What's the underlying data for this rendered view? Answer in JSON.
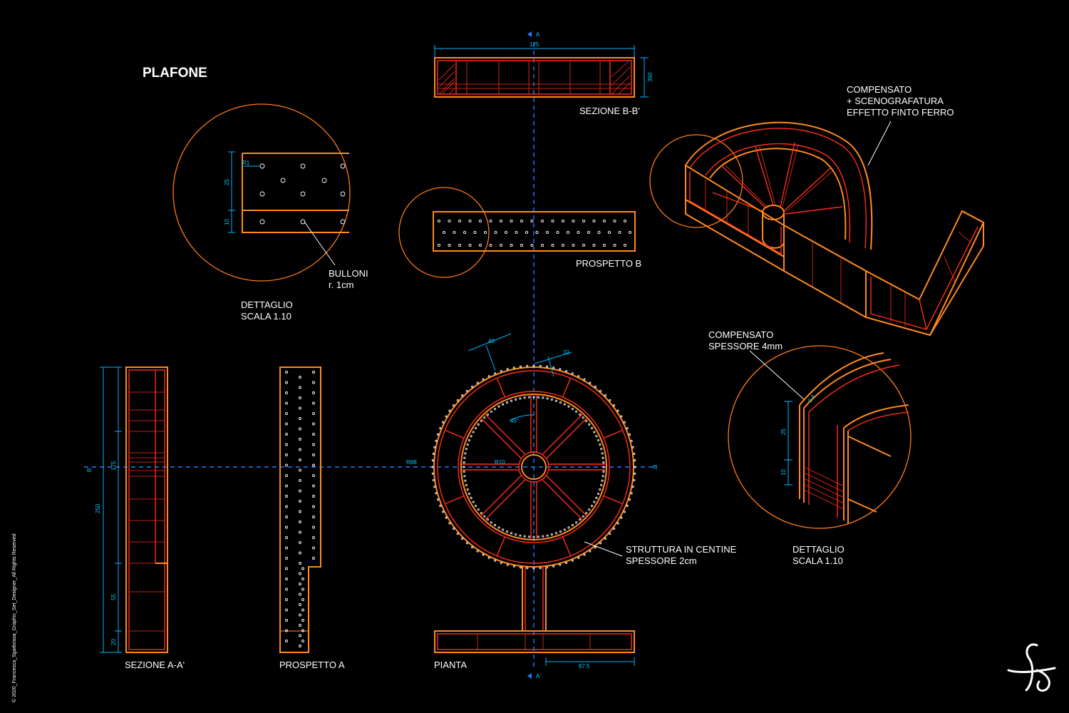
{
  "title": "PLAFONE",
  "views": {
    "section_bb": "SEZIONE B-B'",
    "elevation_b": "PROSPETTO B",
    "section_aa": "SEZIONE A-A'",
    "elevation_a": "PROSPETTO A",
    "plan": "PIANTA"
  },
  "detail_left": {
    "line1": "DETTAGLIO",
    "line2": "SCALA 1.10",
    "callout1": "BULLONI",
    "callout2": "r. 1cm"
  },
  "detail_right": {
    "line1": "DETTAGLIO",
    "line2": "SCALA 1.10",
    "callout1": "COMPENSATO",
    "callout2": "SPESSORE 4mm"
  },
  "iso_note": {
    "line1": "COMPENSATO",
    "line2": "+ SCENOGRAFATURA",
    "line3": "EFFETTO FINTO FERRO"
  },
  "plan_note": {
    "line1": "STRUTTURA IN CENTINE",
    "line2": "SPESSORE 2cm"
  },
  "markers": {
    "a_top": "A",
    "a_bottom": "A'",
    "b_left": "B",
    "b_right": "B'"
  },
  "dimensions": {
    "bb_width": "175",
    "bb_height": "350",
    "det_r1": "R1",
    "det_25": "25",
    "det_10": "10",
    "plan_40": "40",
    "plan_32": "32",
    "plan_45": "45°",
    "plan_r88": "R88",
    "plan_r10": "R10",
    "plan_875": "87.5",
    "aa_250": "250",
    "aa_175": "175",
    "aa_55": "55",
    "aa_20": "20",
    "dr_04": "0.4",
    "dr_25": "25",
    "dr_10": "10"
  },
  "copyright": "© 2020_Francesca_Sgarbossa_Graphic_Set_Designer_All Rights Reserved",
  "signature": "fs",
  "colors": {
    "background": "#000000",
    "outline": "#ff8a1e",
    "structure": "#ff2d1e",
    "dimension": "#00b4ff",
    "axis": "#1e7bff",
    "text": "#ffffff"
  }
}
